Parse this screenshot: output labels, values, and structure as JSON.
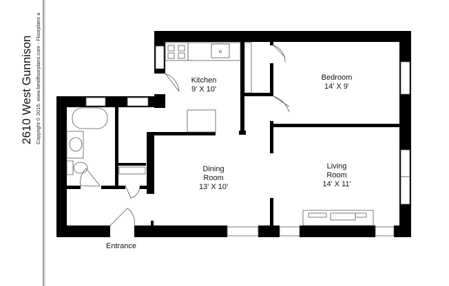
{
  "title": "2610 West Gunnison",
  "copyright": "Copyright © 2015. www.bestfloorplans.com - Floorplans a",
  "rooms": [
    {
      "name": "Kitchen",
      "size": "9' X 10'"
    },
    {
      "name": "Bedroom",
      "size": "14' X 9'"
    },
    {
      "name": "Dining",
      "name2": "Room",
      "size": "13' X 10'"
    },
    {
      "name": "Living",
      "name2": "Room",
      "size": "14' X 11'"
    }
  ],
  "entrance_label": "Entrance",
  "colors": {
    "wall": "#000000",
    "background": "#ffffff"
  }
}
